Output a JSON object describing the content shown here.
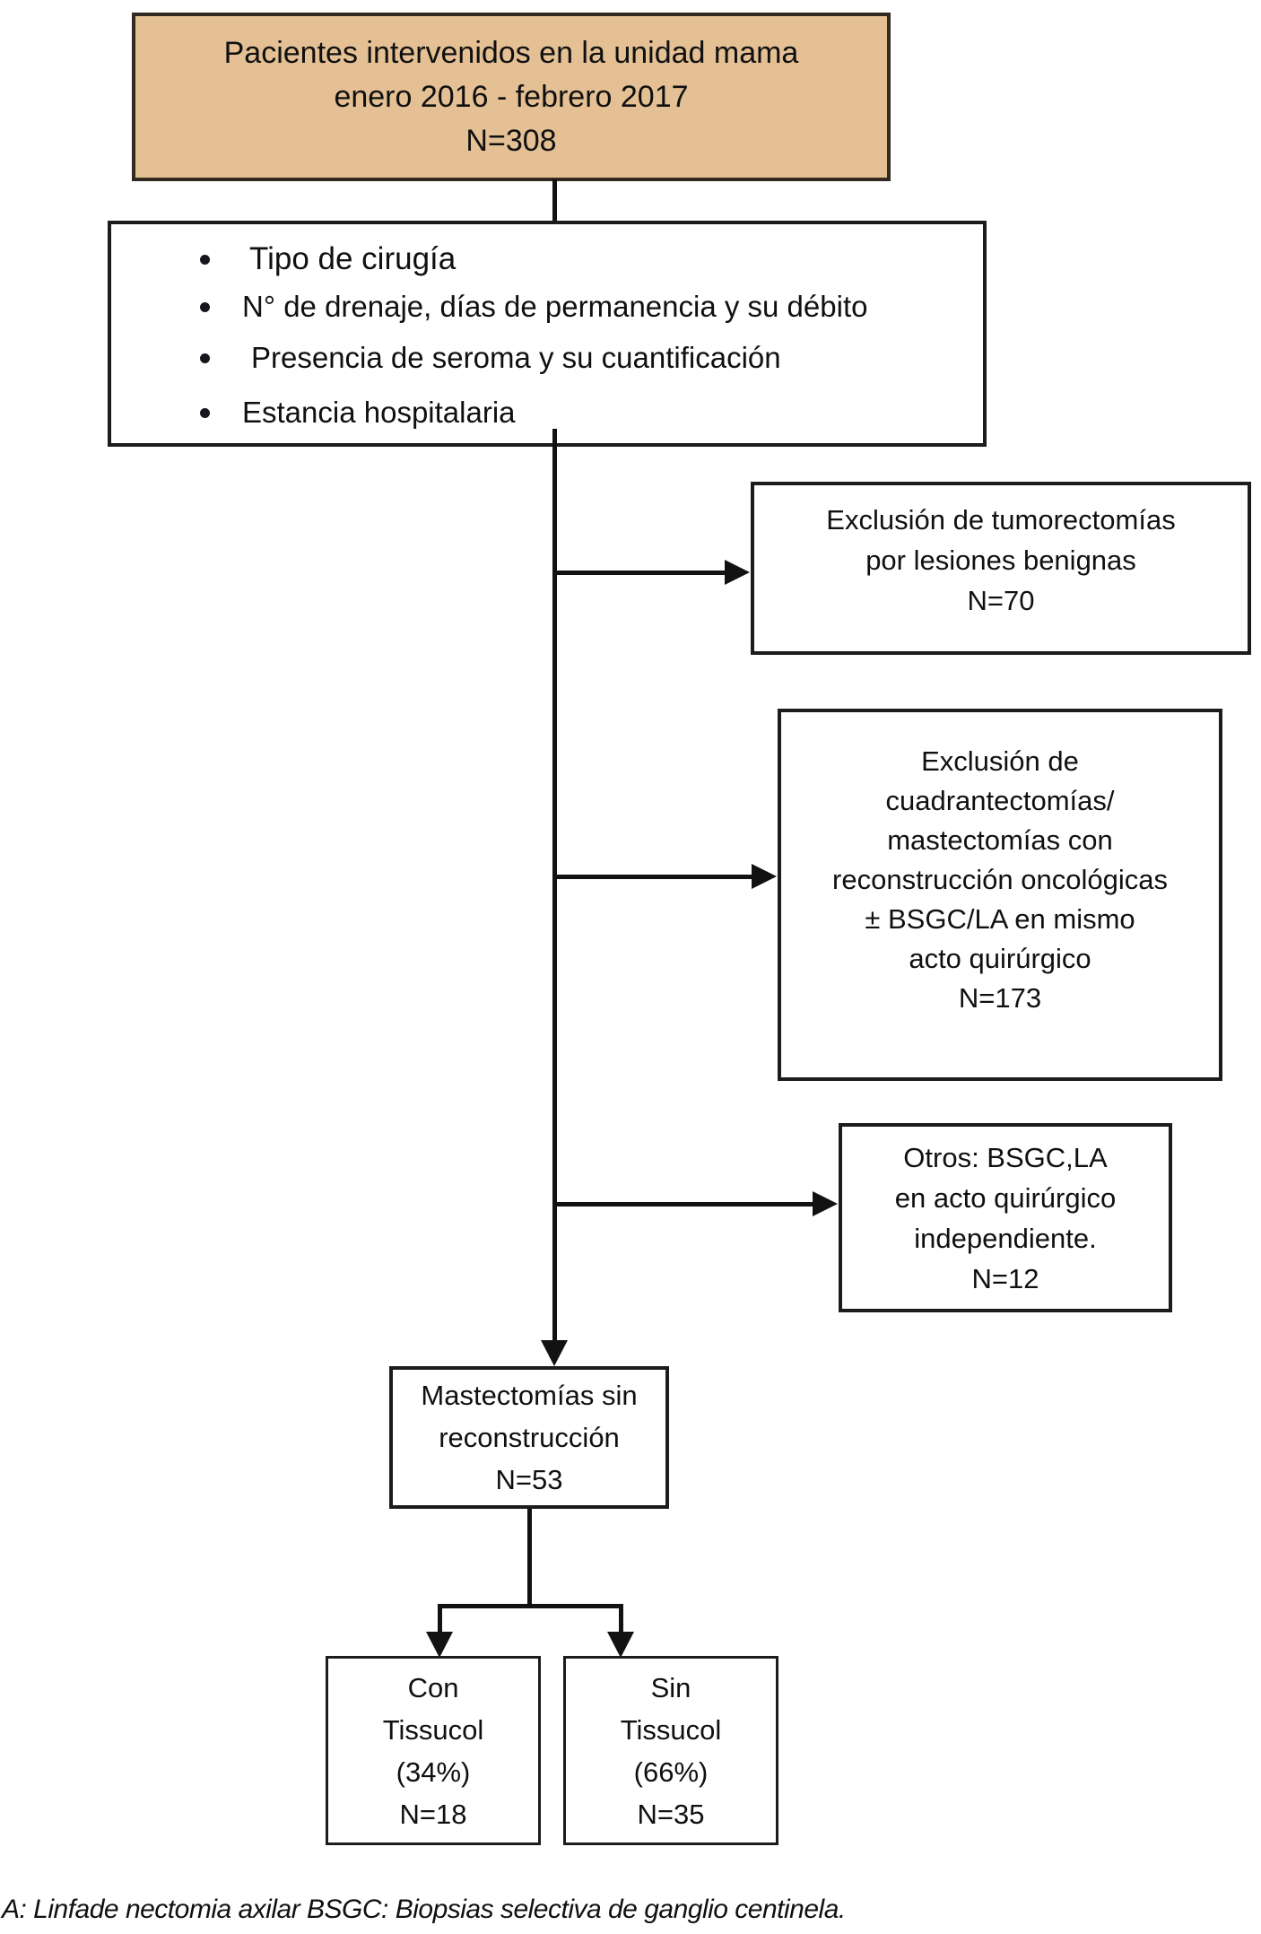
{
  "title_box": {
    "lines": [
      "Pacientes intervenidos en la unidad mama",
      "enero 2016 - febrero 2017",
      "N=308"
    ]
  },
  "criteria_box": {
    "items": [
      "Tipo de cirugía",
      "N° de drenaje, días de permanencia y su débito",
      "Presencia de seroma y su cuantificación",
      "Estancia hospitalaria"
    ]
  },
  "exclusion_boxes": [
    {
      "lines": [
        "Exclusión de tumorectomías",
        "por lesiones benignas",
        "N=70"
      ],
      "n": 70
    },
    {
      "lines": [
        "Exclusión de",
        "cuadrantectomías/",
        "mastectomías con",
        "reconstrucción oncológicas",
        "± BSGC/LA en mismo",
        "acto quirúrgico",
        "N=173"
      ],
      "n": 173
    },
    {
      "lines": [
        "Otros: BSGC,LA",
        "en acto quirúrgico",
        "independiente.",
        "N=12"
      ],
      "n": 12
    }
  ],
  "mastectomy_box": {
    "lines": [
      "Mastectomías sin",
      "reconstrucción",
      "N=53"
    ],
    "n": 53
  },
  "outcome_boxes": [
    {
      "lines": [
        "Con",
        "Tissucol",
        "(34%)",
        "N=18"
      ],
      "n": 18
    },
    {
      "lines": [
        "Sin",
        "Tissucol",
        "(66%)",
        "N=35"
      ],
      "n": 35
    }
  ],
  "footnote": "A: Linfade nectomia axilar BSGC: Biopsias selectiva de ganglio centinela.",
  "colors": {
    "title_bg": "#e4c094",
    "box_border": "#1c1c1c",
    "connector": "#121212"
  }
}
